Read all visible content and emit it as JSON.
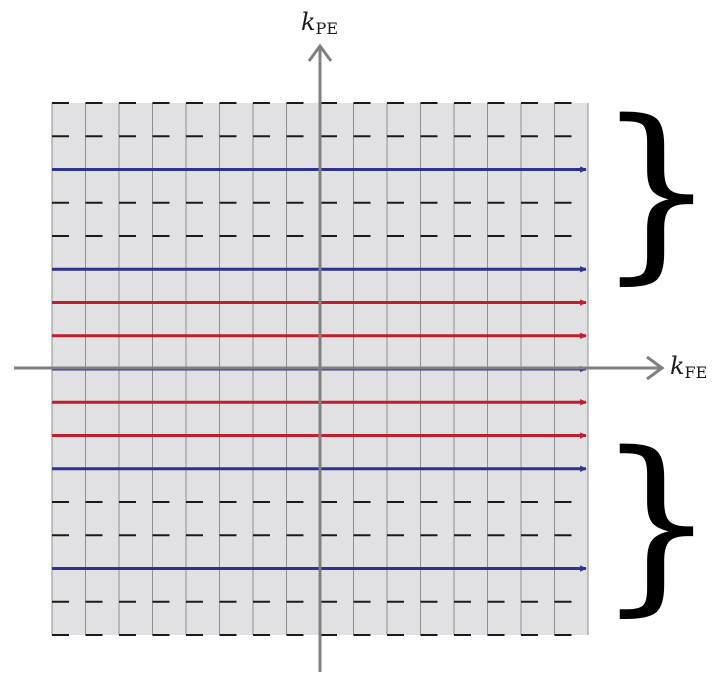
{
  "axes": {
    "y_label": {
      "main": "k",
      "sub": "PE"
    },
    "x_label": {
      "main": "k",
      "sub": "FE"
    }
  },
  "grid": {
    "columns": 16,
    "rows": 16,
    "fill_color": "#e1e1e4",
    "line_color": "#8f8f8f",
    "axis_color": "#808080"
  },
  "lines": {
    "blue_color": "#2e3192",
    "red_color": "#be1e2d",
    "dash_color": "#1a1a1a",
    "kinds": [
      "dash",
      "dash",
      "blue",
      "dash",
      "dash",
      "blue",
      "red",
      "red",
      "blue",
      "red",
      "red",
      "blue",
      "dash",
      "dash",
      "blue",
      "dash",
      "dash"
    ]
  },
  "braces": {
    "glyph": "}"
  }
}
